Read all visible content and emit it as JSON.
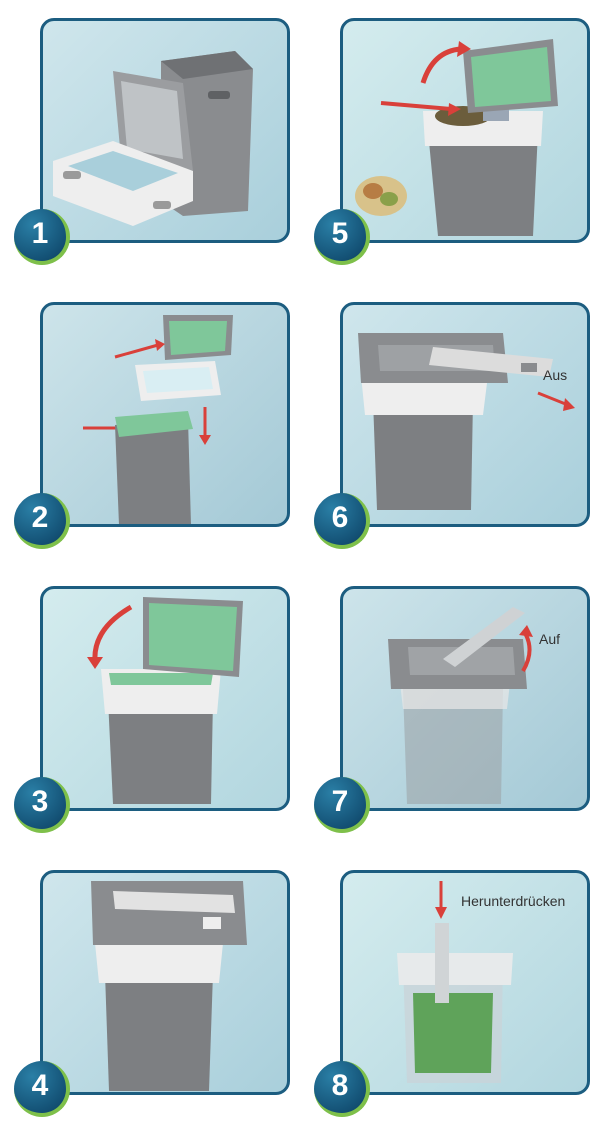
{
  "steps": [
    {
      "number": "1"
    },
    {
      "number": "2"
    },
    {
      "number": "3"
    },
    {
      "number": "4"
    },
    {
      "number": "5"
    },
    {
      "number": "6",
      "label": "Aus"
    },
    {
      "number": "7",
      "label": "Auf"
    },
    {
      "number": "8",
      "label": "Herunterdrücken"
    }
  ],
  "colors": {
    "panel_border": "#1c5d80",
    "badge_fill": "#145276",
    "badge_accent": "#7ec04a",
    "arrow": "#d9403a",
    "bag_green": "#7fc79a",
    "bin_gray": "#7d7f82",
    "frame_white": "#eeeeee"
  }
}
